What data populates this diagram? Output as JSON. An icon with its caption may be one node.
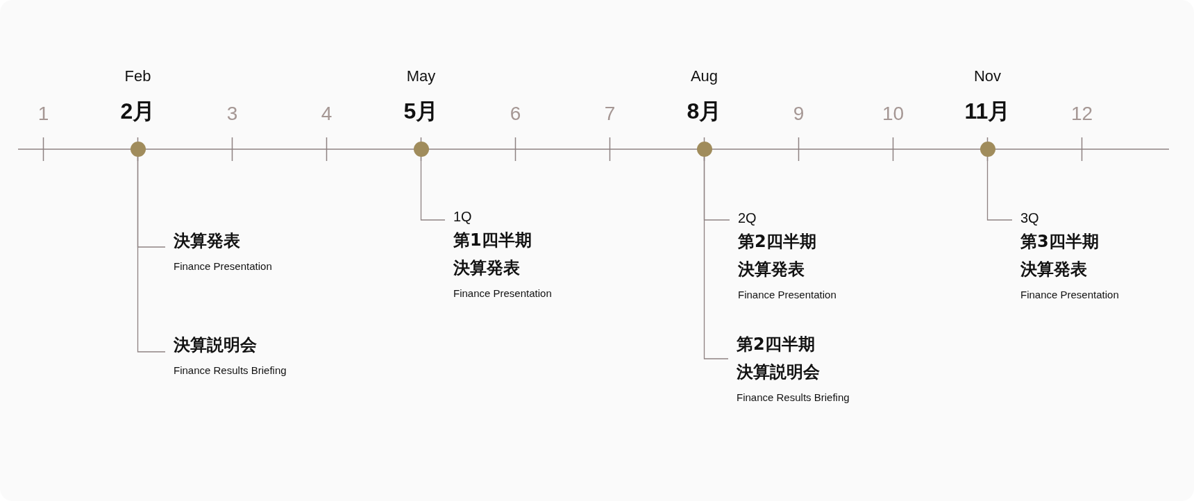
{
  "diagram": {
    "nodes": [
      {
        "text": [],
        "shape": "circle",
        "beside": [
          "Feb",
          "2月"
        ]
      },
      {
        "text": [
          "決算発表",
          "Finance Presentation"
        ]
      },
      {
        "text": [
          "決算説明会",
          "Finance Results Briefing"
        ]
      },
      {
        "text": [],
        "shape": "circle",
        "beside": [
          "May",
          "5月"
        ]
      },
      {
        "text": [
          "1Q",
          "第1四半期決算発表",
          "Finance Presentation"
        ]
      },
      {
        "text": [],
        "shape": "circle",
        "beside": [
          "Aug",
          "8月"
        ]
      },
      {
        "text": [
          "2Q",
          "第2四半期決算発表",
          "Finance Presentation"
        ]
      },
      {
        "text": [
          "第2四半期決算説明会",
          "Finance Results Briefing"
        ]
      },
      {
        "text": [],
        "shape": "circle",
        "beside": [
          "Nov",
          "11月"
        ]
      },
      {
        "text": [
          "3Q",
          "第3四半期決算発表",
          "Finance Presentation"
        ]
      }
    ],
    "edges": [
      {
        "from": 0,
        "to": 1,
        "arrow": "none"
      },
      {
        "from": 0,
        "to": 2,
        "arrow": "none"
      },
      {
        "from": 3,
        "to": 4,
        "arrow": "none"
      },
      {
        "from": 5,
        "to": 6,
        "arrow": "none"
      },
      {
        "from": 5,
        "to": 7,
        "arrow": "none"
      },
      {
        "from": 8,
        "to": 9,
        "arrow": "none"
      }
    ],
    "labels": [
      "1",
      "3",
      "4",
      "6",
      "7",
      "9",
      "10",
      "12"
    ]
  }
}
